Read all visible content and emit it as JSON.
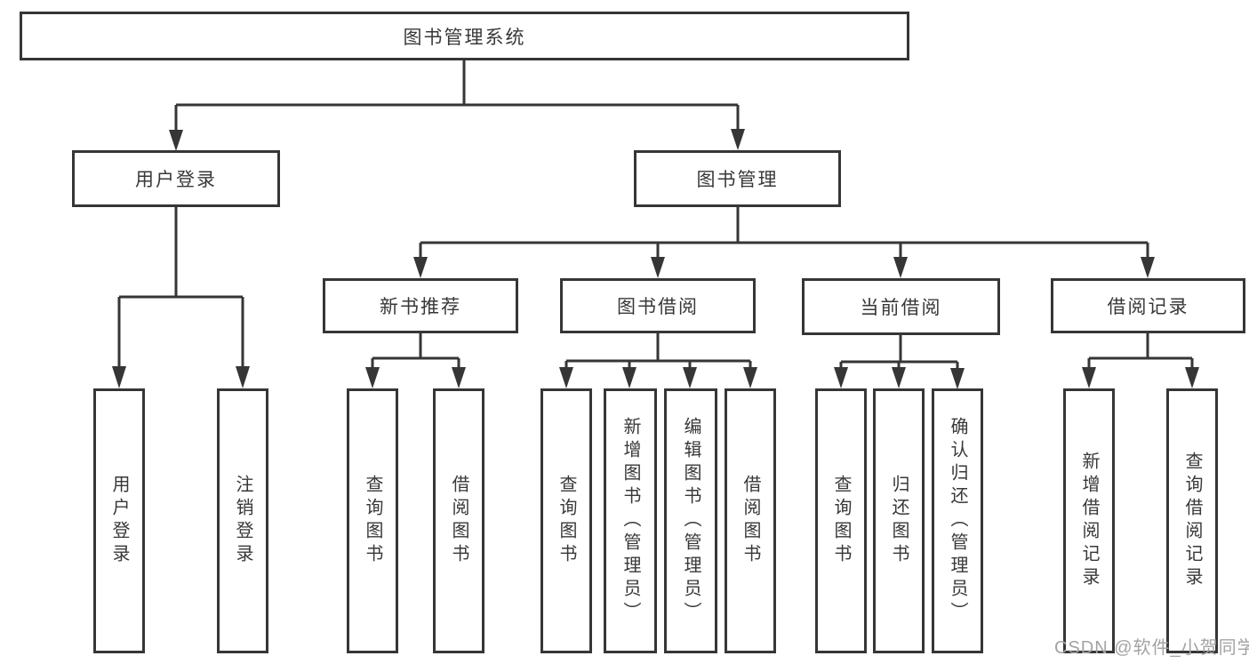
{
  "diagram_title": "图书管理系统",
  "nodes": {
    "root": "图书管理系统",
    "user_login": "用户登录",
    "book_mgmt": "图书管理",
    "new_book_rec": "新书推荐",
    "book_borrow": "图书借阅",
    "current_borrow": "当前借阅",
    "borrow_records": "借阅记录",
    "login": "用户登录",
    "logout": "注销登录",
    "rec_query_book": "查询图书",
    "rec_borrow_book": "借阅图书",
    "bor_query_book": "查询图书",
    "bor_add_book": "新增图书（管理员）",
    "bor_edit_book": "编辑图书（管理员）",
    "bor_borrow_book": "借阅图书",
    "cur_query_book": "查询图书",
    "cur_return_book": "归还图书",
    "cur_confirm_return": "确认归还（管理员）",
    "records_add_record": "新增借阅记录",
    "records_query_record": "查询借阅记录"
  },
  "edges": [
    [
      "图书管理系统",
      "用户登录"
    ],
    [
      "图书管理系统",
      "图书管理"
    ],
    [
      "用户登录",
      "用户登录"
    ],
    [
      "用户登录",
      "注销登录"
    ],
    [
      "图书管理",
      "新书推荐"
    ],
    [
      "图书管理",
      "图书借阅"
    ],
    [
      "图书管理",
      "当前借阅"
    ],
    [
      "图书管理",
      "借阅记录"
    ],
    [
      "新书推荐",
      "查询图书"
    ],
    [
      "新书推荐",
      "借阅图书"
    ],
    [
      "图书借阅",
      "查询图书"
    ],
    [
      "图书借阅",
      "新增图书（管理员）"
    ],
    [
      "图书借阅",
      "编辑图书（管理员）"
    ],
    [
      "图书借阅",
      "借阅图书"
    ],
    [
      "当前借阅",
      "查询图书"
    ],
    [
      "当前借阅",
      "归还图书"
    ],
    [
      "当前借阅",
      "确认归还（管理员）"
    ],
    [
      "借阅记录",
      "新增借阅记录"
    ],
    [
      "借阅记录",
      "查询借阅记录"
    ]
  ],
  "watermark": "CSDN @软件_小贺同学",
  "colors": {
    "line": "#363636",
    "border": "#363636",
    "text": "#383838",
    "box_bg": "#ffffff",
    "watermark": "#a3a3a3",
    "background": "#ffffff"
  }
}
